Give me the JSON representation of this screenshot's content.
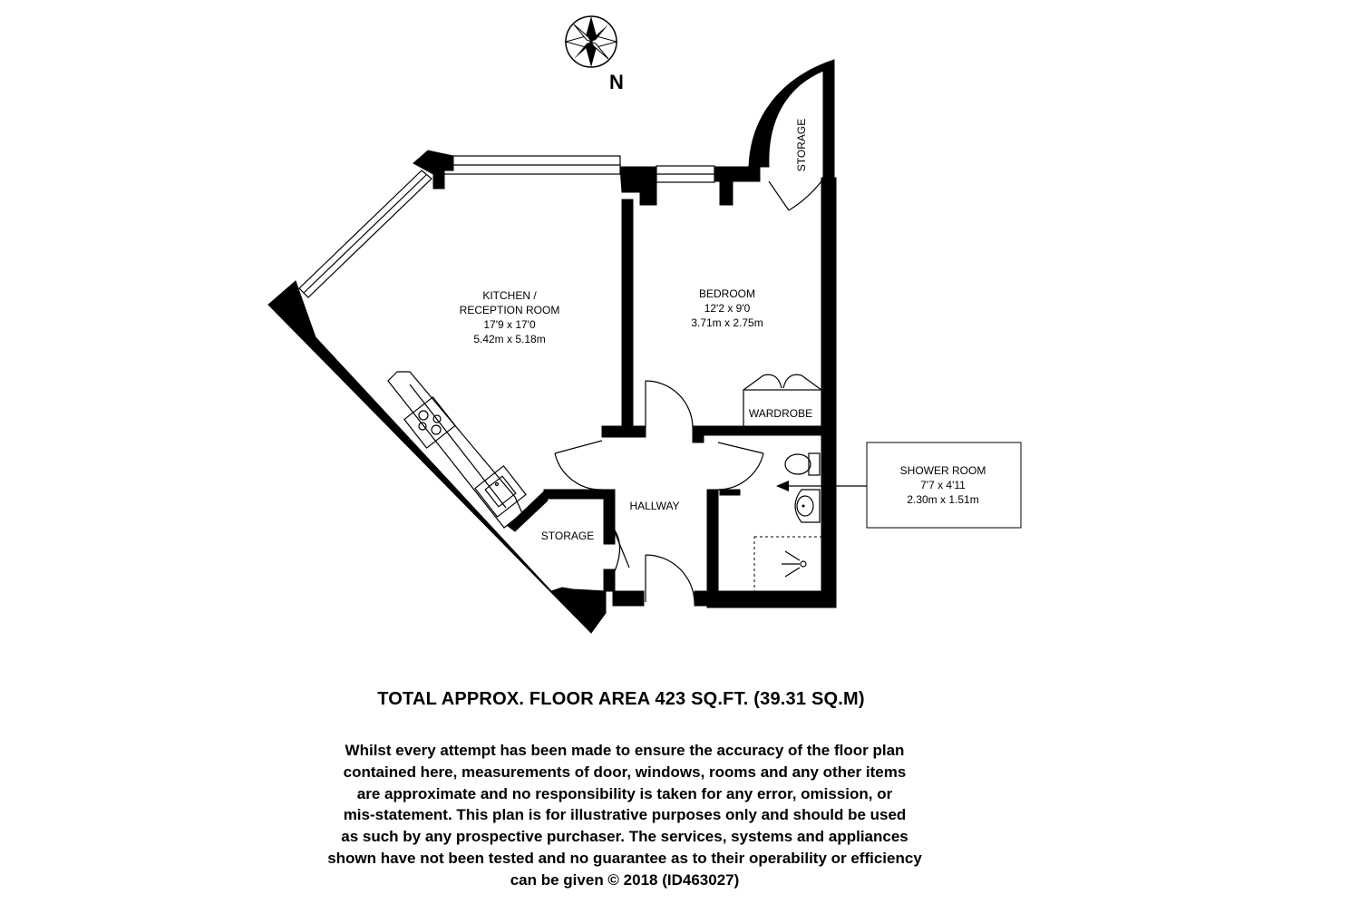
{
  "compass": {
    "north_label": "N"
  },
  "rooms": {
    "kitchen": {
      "name_line1": "KITCHEN /",
      "name_line2": "RECEPTION ROOM",
      "imperial": "17'9 x 17'0",
      "metric": "5.42m x 5.18m"
    },
    "bedroom": {
      "name": "BEDROOM",
      "imperial": "12'2 x 9'0",
      "metric": "3.71m x 2.75m"
    },
    "storage_top": {
      "name": "STORAGE"
    },
    "wardrobe": {
      "name": "WARDROBE"
    },
    "hallway": {
      "name": "HALLWAY"
    },
    "storage_bottom": {
      "name": "STORAGE"
    },
    "shower_room": {
      "name": "SHOWER ROOM",
      "imperial": "7'7 x 4'11",
      "metric": "2.30m x 1.51m"
    }
  },
  "total_area": "TOTAL APPROX. FLOOR AREA  423 SQ.FT. (39.31 SQ.M)",
  "disclaimer_lines": [
    "Whilst every attempt has been made to ensure the accuracy of the floor plan",
    "contained here, measurements of door, windows, rooms and any other items",
    "are approximate and no responsibility is taken for any error,  omission, or",
    "mis-statement. This plan is for illustrative purposes only and should be used",
    "as such by any prospective purchaser. The services, systems and appliances",
    "shown have not been tested and no guarantee as to their operability or efficiency",
    "can be given  © 2018 (ID463027)"
  ]
}
